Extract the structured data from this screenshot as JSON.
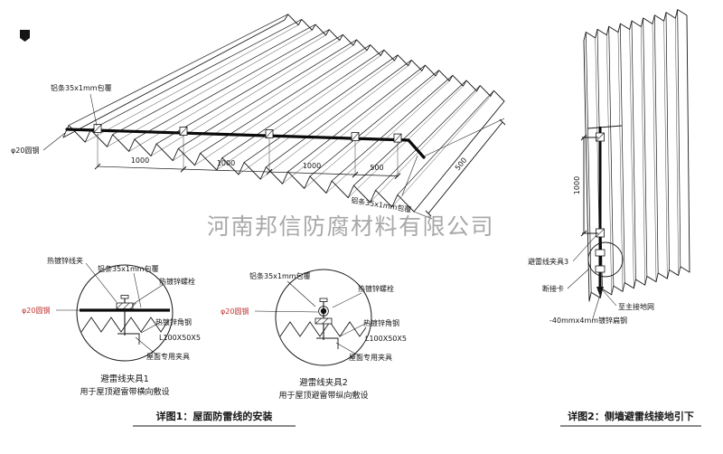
{
  "watermark": "河南邦信防腐材料有限公司",
  "roof_view": {
    "label_strip_top": "铝条35x1mm包覆",
    "label_round_steel": "φ20圆钢",
    "label_strip_right": "铝条35x1mm包覆",
    "dims": {
      "d1": "1000",
      "d2": "1000",
      "d3": "1000",
      "d4": "500",
      "slope": "500"
    }
  },
  "detail1": {
    "title": "避雷线夹具1",
    "subtitle": "用于屋顶避雷带横向敷设",
    "labels": {
      "wire_clip": "热镀锌线夹",
      "alu_strip": "铝条35x1mm包覆",
      "bolt": "热镀锌螺栓",
      "round_steel": "φ20圆钢",
      "angle_steel": "热镀锌角钢",
      "angle_size": "L100X50X5",
      "roof_clamp": "屋面专用夹具"
    }
  },
  "detail2": {
    "title": "避雷线夹具2",
    "subtitle": "用于屋顶避雷带纵向敷设",
    "labels": {
      "alu_strip": "铝条35x1mm包覆",
      "bolt": "热镀锌螺栓",
      "round_steel": "φ20圆钢",
      "angle_steel": "热镀锌角钢",
      "angle_size": "L100X50X5",
      "roof_clamp": "屋面专用夹具"
    }
  },
  "wall_view": {
    "dim_height": "1000",
    "label_clamp": "避雷线夹具3",
    "label_disconnect": "断接卡",
    "label_ground": "至主接地网",
    "label_flat_steel": "-40mmx4mm镀锌扁钢"
  },
  "captions": {
    "detail1": "详图1：屋面防雷线的安装",
    "detail2": "详图2：侧墙避雷线接地引下"
  }
}
